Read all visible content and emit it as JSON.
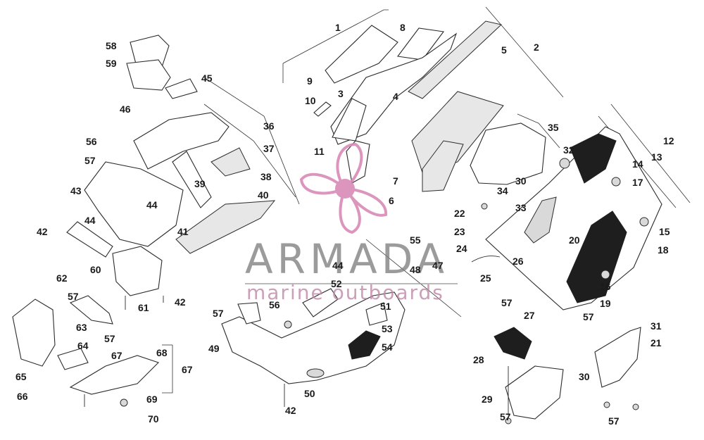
{
  "watermark": {
    "brand": "ARMADA",
    "tagline": "marine outboards",
    "brand_color": "#7d7d7d",
    "logo_color": "#d98ab5"
  },
  "labels": [
    "1",
    "2",
    "3",
    "4",
    "5",
    "6",
    "7",
    "8",
    "9",
    "10",
    "11",
    "12",
    "13",
    "14",
    "15",
    "16",
    "17",
    "18",
    "19",
    "20",
    "21",
    "22",
    "23",
    "24",
    "25",
    "26",
    "27",
    "28",
    "29",
    "30",
    "30",
    "31",
    "32",
    "33",
    "34",
    "35",
    "36",
    "37",
    "38",
    "39",
    "40",
    "41",
    "42",
    "42",
    "42",
    "43",
    "44",
    "44",
    "44",
    "45",
    "46",
    "47",
    "48",
    "49",
    "50",
    "51",
    "52",
    "53",
    "54",
    "55",
    "56",
    "56",
    "57",
    "57",
    "57",
    "57",
    "57",
    "57",
    "57",
    "57",
    "58",
    "59",
    "60",
    "61",
    "62",
    "63",
    "64",
    "65",
    "66",
    "67",
    "67",
    "68",
    "69",
    "70"
  ]
}
